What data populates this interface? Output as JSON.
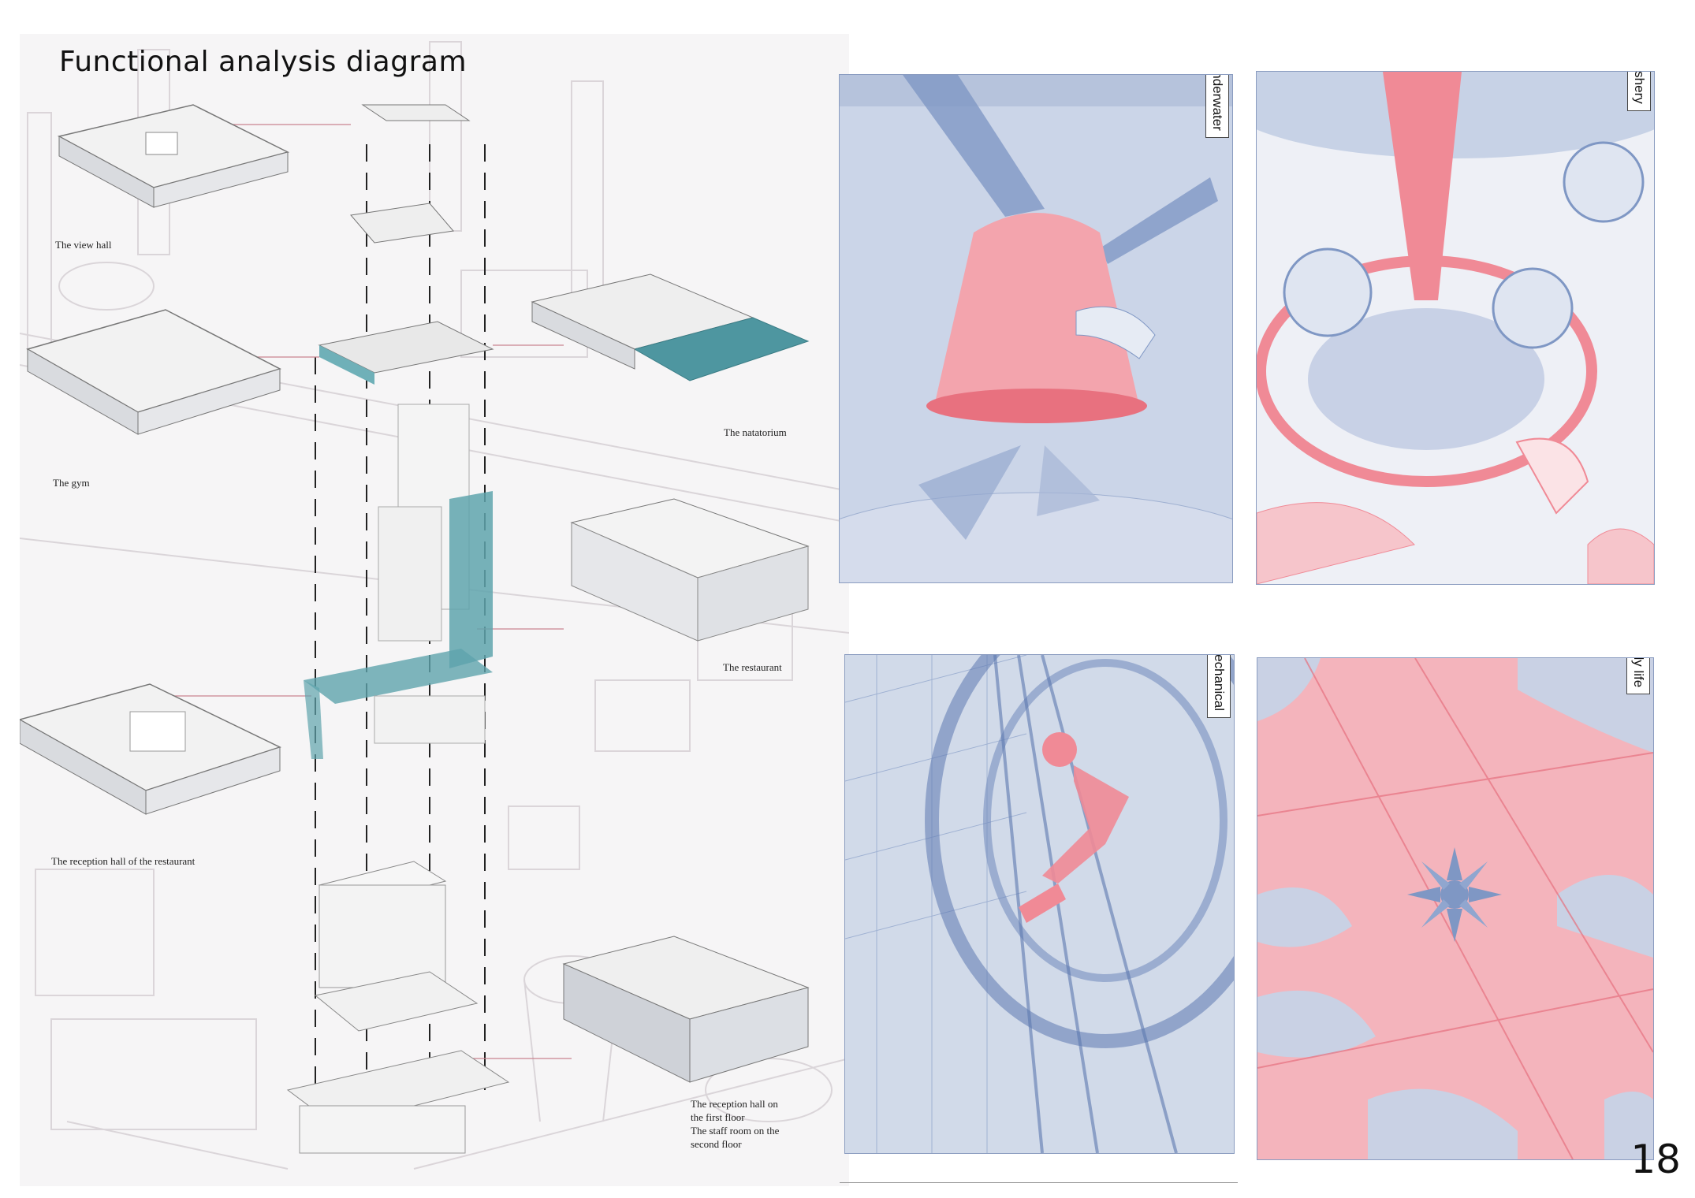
{
  "title": "Functional analysis diagram",
  "labels": [
    "The view hall",
    "The gym",
    "The reception hall of the restaurant",
    "The natatorium",
    "The restaurant",
    "The reception hall on",
    "the first floor",
    "The staff room on the",
    "second floor"
  ],
  "panels": [
    {
      "name": "Underwater"
    },
    {
      "name": "Fishery"
    },
    {
      "name": "Mechanical"
    },
    {
      "name": "Daily life"
    }
  ],
  "page_number": "18",
  "colors": {
    "pink": "#f08a96",
    "blue": "#7f97c4",
    "teal": "#5fa4ad",
    "line": "#c9848f"
  }
}
